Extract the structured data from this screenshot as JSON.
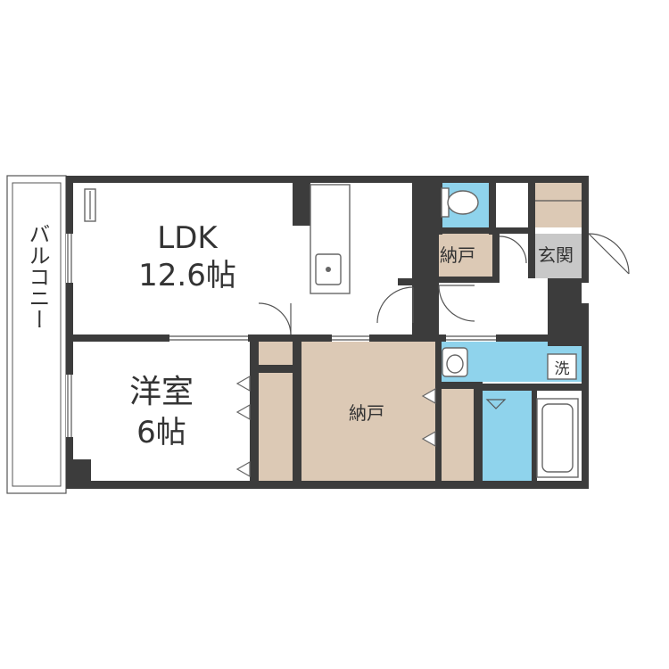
{
  "colors": {
    "wall": "#3c3c3c",
    "storage": "#dcc9b5",
    "water": "#8fd3ec",
    "floor": "#ffffff",
    "balcony": "#ffffff"
  },
  "rooms": {
    "ldk_name": "LDK",
    "ldk_size": "12.6帖",
    "western_name": "洋室",
    "western_size": "6帖",
    "storage_center": "納戸",
    "storage_small": "納戸",
    "entrance": "玄関",
    "washer": "洗",
    "balcony": "バルコニー"
  }
}
